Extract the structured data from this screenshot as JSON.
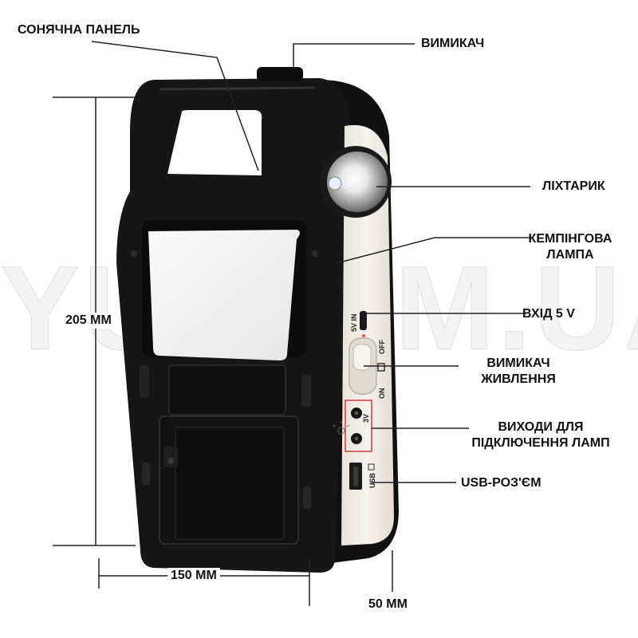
{
  "labels": {
    "solar_panel": "СОНЯЧНА ПАНЕЛЬ",
    "switch": "ВИМИКАЧ",
    "flashlight": "ЛІХТАРИК",
    "camping_lamp_line1": "КЕМПІНГОВА",
    "camping_lamp_line2": "ЛАМПА",
    "input_5v": "ВХІД 5 V",
    "power_switch_line1": "ВИМИКАЧ",
    "power_switch_line2": "ЖИВЛЕННЯ",
    "lamp_outputs_line1": "ВИХОДИ ДЛЯ",
    "lamp_outputs_line2": "ПІДКЛЮЧЕННЯ ЛАМП",
    "usb_port": "USB-РОЗ'ЄМ"
  },
  "dimensions": {
    "height": "205 ММ",
    "width": "150 ММ",
    "depth": "50 ММ"
  },
  "panel_markings": {
    "input": "5V IN",
    "off": "OFF",
    "on": "ON",
    "output_voltage": "3V",
    "usb": "USB"
  },
  "watermark": "YU.COM.UA",
  "colors": {
    "body": "#141414",
    "side_panel": "#f1ece6",
    "lamp_glow": "#f4f4f4"
  }
}
